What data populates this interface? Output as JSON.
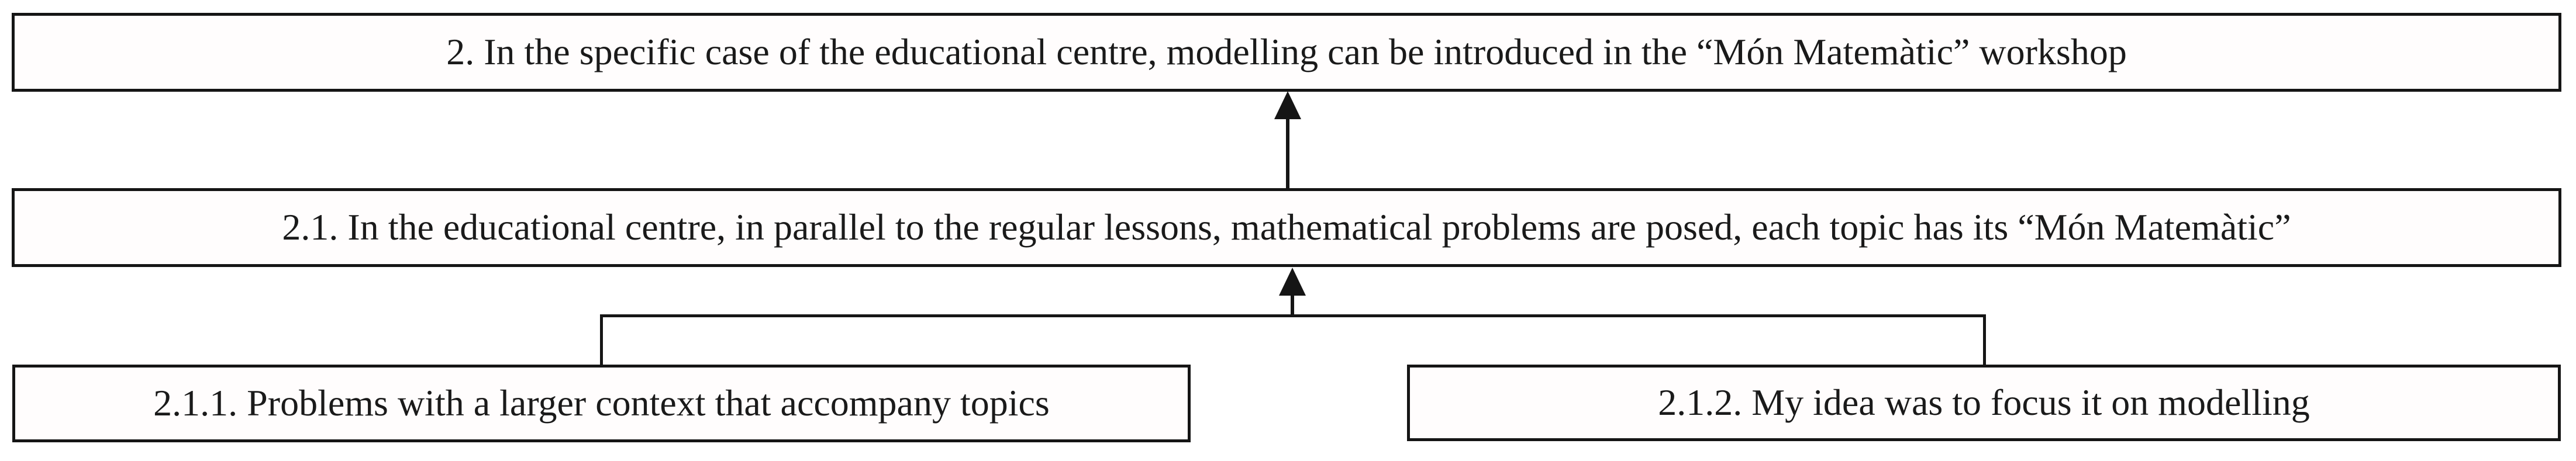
{
  "diagram": {
    "background": "#ffffff",
    "line_color": "#151515",
    "nodes": {
      "level1": {
        "id": "2",
        "label": "2. In the specific case of the educational centre, modelling can be introduced in the “Món Matemàtic” workshop"
      },
      "level2": {
        "id": "2.1",
        "label": "2.1. In the educational centre, in parallel to the regular lessons, mathematical problems are posed, each topic has its “Món Matemàtic”"
      },
      "level3_left": {
        "id": "2.1.1",
        "label": "2.1.1. Problems with a larger context that accompany topics"
      },
      "level3_right": {
        "id": "2.1.2",
        "label": "2.1.2. My idea was to focus it on modelling"
      }
    },
    "edges": [
      {
        "from": "2.1",
        "to": "2",
        "type": "arrow-up"
      },
      {
        "from": "2.1.1",
        "to": "2.1",
        "type": "elbow-arrow-up"
      },
      {
        "from": "2.1.2",
        "to": "2.1",
        "type": "elbow-arrow-up"
      }
    ]
  }
}
